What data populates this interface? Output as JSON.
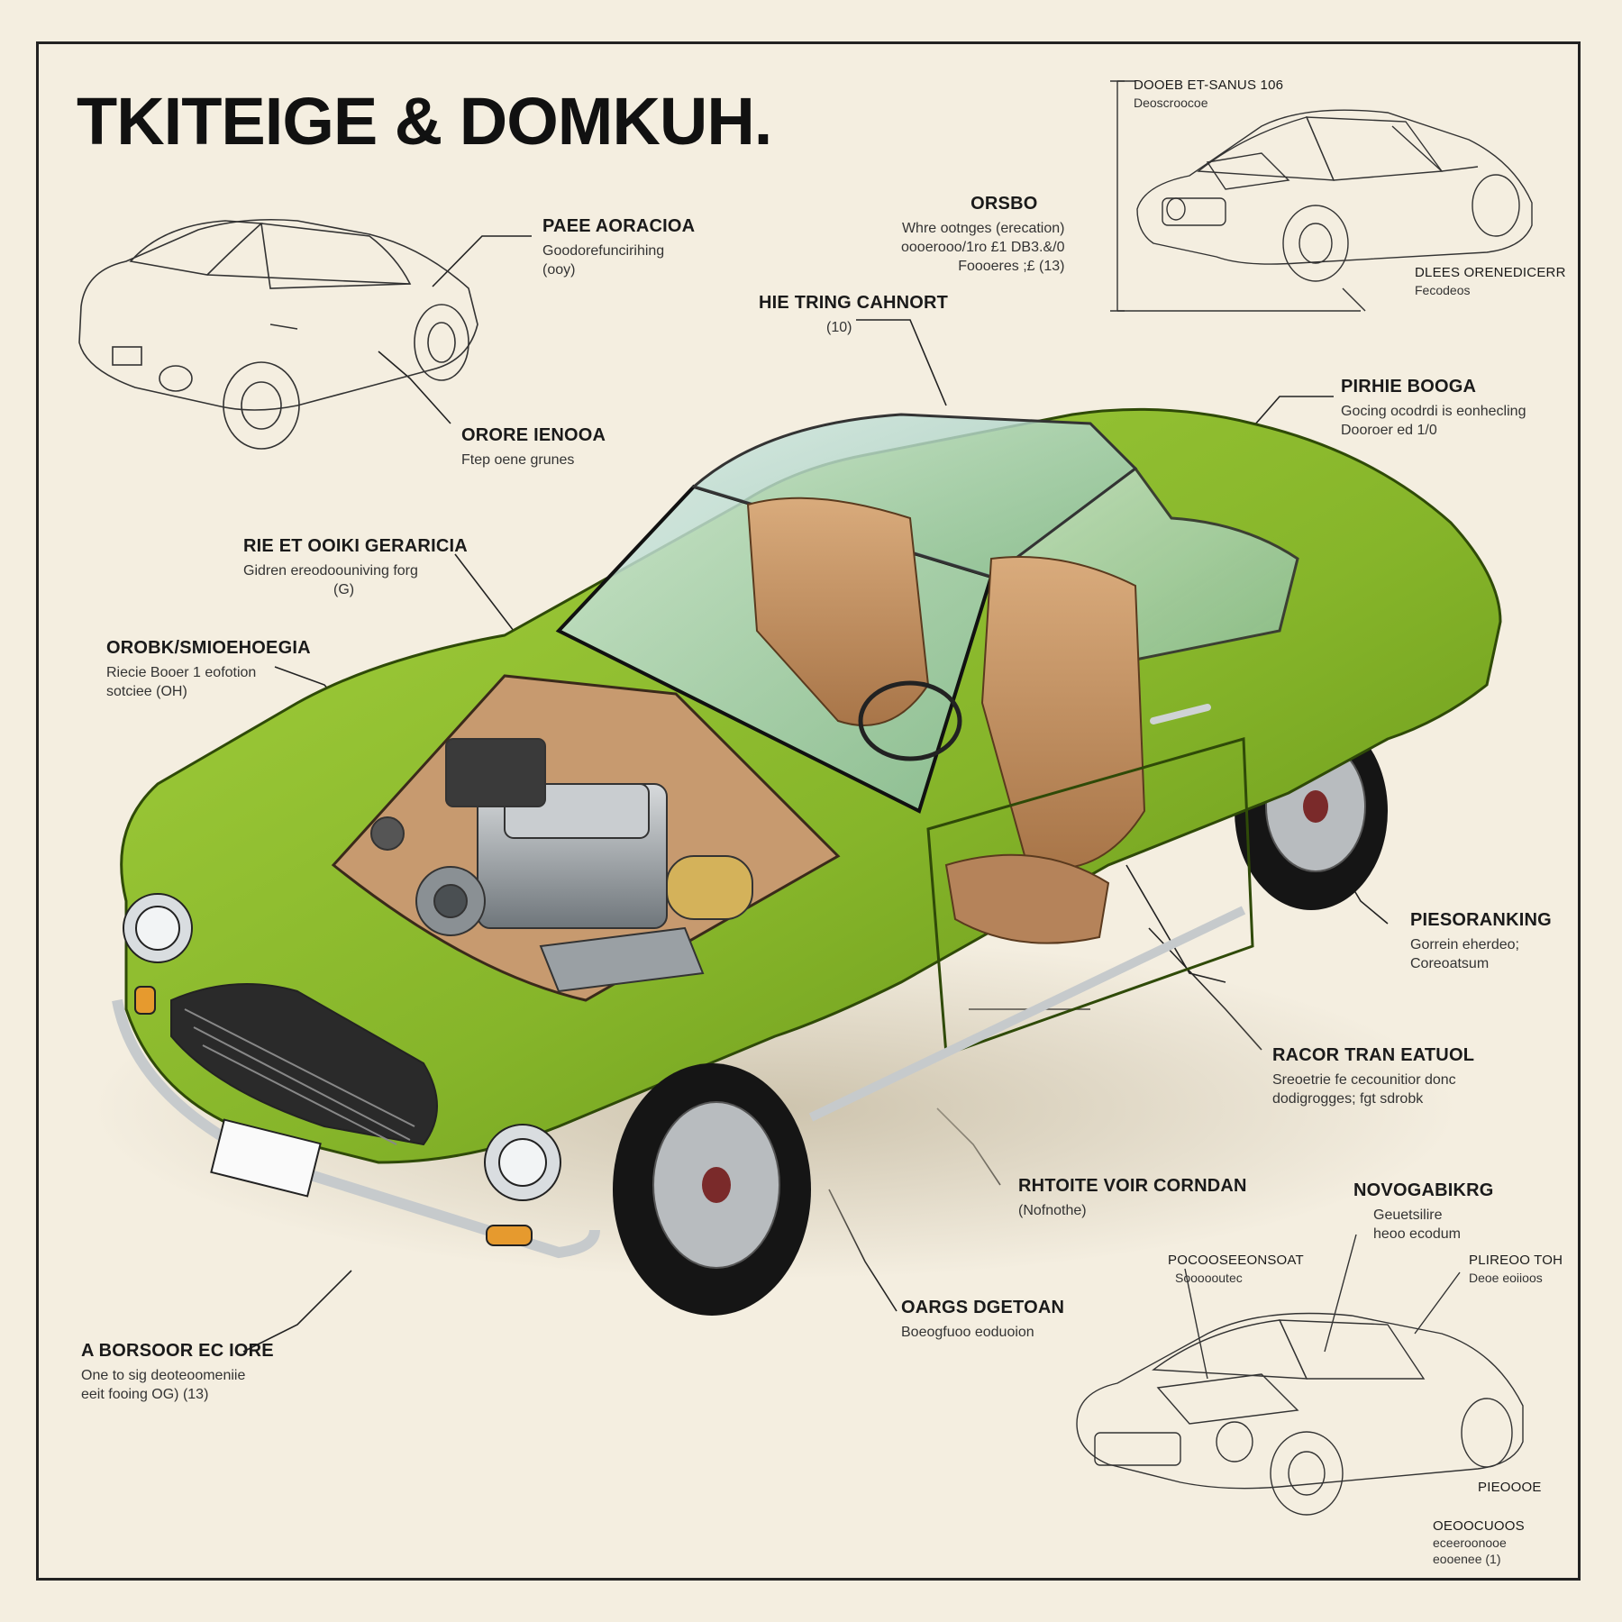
{
  "title": "TKITEIGE & DOMKUH.",
  "colors": {
    "background": "#f4eee0",
    "body_green": "#8cba2c",
    "body_green_dark": "#5d8a12",
    "interior_tan": "#c9986a",
    "engine_metal": "#9aa0a4",
    "glass": "#a9d1c6",
    "line": "#2a2a2a"
  },
  "icons": [
    "car-sketch-rear-icon",
    "car-sketch-front-icon",
    "car-sketch-cutaway-icon",
    "car-cutaway-illustration"
  ],
  "callouts": [
    {
      "id": "c1",
      "heading": "PAEE AORACIOA",
      "desc": [
        "Goodorefuncirihing",
        "(ooy)"
      ]
    },
    {
      "id": "c2",
      "heading": "ORORE IENOOA",
      "desc": [
        "Ftep oene grunes"
      ]
    },
    {
      "id": "c3",
      "heading": "HIE TRING CAHNORT",
      "desc": [
        "(10)"
      ]
    },
    {
      "id": "c4",
      "heading": "ORSBO",
      "desc": [
        "Whre ootnges (erecation)",
        "oooerooo/1ro £1 DB3.&/0",
        "Foooeres ;£ (13)"
      ]
    },
    {
      "id": "c5",
      "heading": "RIE ET OOIKI GERARICIA",
      "desc": [
        "Gidren ereodoouniving forg",
        "(G)"
      ]
    },
    {
      "id": "c6",
      "heading": "OROBK/SMIOEHOEGIA",
      "desc": [
        "Riecie Booer 1 eofotion",
        "sotciee (OH)"
      ]
    },
    {
      "id": "c7",
      "heading": "PIRHIE BOOGA",
      "desc": [
        "Gocing ocodrdi is eonhecling",
        "Dooroer ed 1/0"
      ]
    },
    {
      "id": "c8",
      "heading": "PIESORANKING",
      "desc": [
        "Gorrein eherdeo;",
        "Coreoatsum"
      ]
    },
    {
      "id": "c9",
      "heading": "RACOR TRAN EATUOL",
      "desc": [
        "Sreoetrie fe cecounitior donc",
        "dodigrogges; fgt sdrobk"
      ]
    },
    {
      "id": "c10",
      "heading": "RHTOITE VOIR CORNDAN",
      "desc": [
        "(Nofnothe)"
      ]
    },
    {
      "id": "c11",
      "heading": "NOVOGABIKRG",
      "desc": [
        "Geuetsilire",
        "heoo ecodum"
      ]
    },
    {
      "id": "c12",
      "heading": "OARGS DGETOAN",
      "desc": [
        "Boeogfuoo eoduoion"
      ]
    },
    {
      "id": "c13",
      "heading": "A BORSOOR EC IORE",
      "desc": [
        "One to sig deoteoomeniie",
        "eeit fooing  OG)  (13)"
      ]
    },
    {
      "id": "s1",
      "heading": "Dooeb et-sanus 106",
      "desc": [
        "Deoscroocoe"
      ]
    },
    {
      "id": "s2",
      "heading": "Dlees orenedicerr",
      "desc": [
        "Fecodeos"
      ]
    },
    {
      "id": "s3",
      "heading": "Pocooseeonsoat",
      "desc": [
        "Soooooutec"
      ]
    },
    {
      "id": "s4",
      "heading": "Plireoo ToH",
      "desc": [
        "Deoe eoiioos"
      ]
    },
    {
      "id": "s5",
      "heading": "Pieoooe",
      "desc": []
    },
    {
      "id": "s6",
      "heading": "Oeoocuoos",
      "desc": [
        "eceeroonooe",
        "eooenee (1)"
      ]
    }
  ]
}
